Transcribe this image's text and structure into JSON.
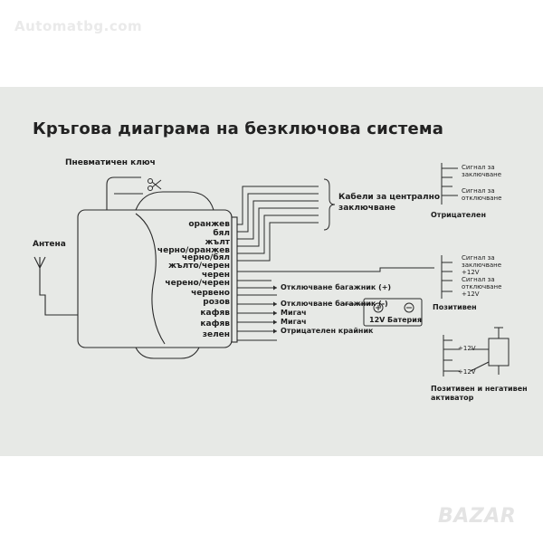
{
  "watermark": "Automatbg.com",
  "logo": "BAZAR",
  "title": "Кръгова диаграма на безключова система",
  "labels": {
    "pneumatic_key": "Пневматичен ключ",
    "antenna": "Антена",
    "central_lock_cables": [
      "Кабели за централно",
      "заключване"
    ],
    "negative": "Отрицателен",
    "positive": "Позитивен",
    "signal_lock": [
      "Сигнал за",
      "заключване"
    ],
    "signal_unlock": [
      "Сигнал за",
      "отключване"
    ],
    "signal_lock_pos": [
      "Сигнал за",
      "заключване",
      "+12V"
    ],
    "signal_unlock_pos": [
      "Сигнал за",
      "отключване",
      "+12V"
    ],
    "plus12": "+12V",
    "actuator": [
      "Позитивен и негативен",
      "активатор"
    ],
    "battery_voltage": "12V",
    "battery": "Батерия",
    "plus_sign": "+",
    "minus_sign": "−"
  },
  "wires": [
    "оранжев",
    "бял",
    "жълт",
    "черно/оранжев",
    "черно/бял",
    "жълто/черен",
    "черен",
    "черено/черен",
    "червено",
    "розов",
    "кафяв",
    "кафяв",
    "зелен"
  ],
  "wire_functions": [
    "Отключване багажник (+)",
    "Отключване багажник (-)",
    "Мигач",
    "Мигач",
    "Отрицателен крайник"
  ]
}
